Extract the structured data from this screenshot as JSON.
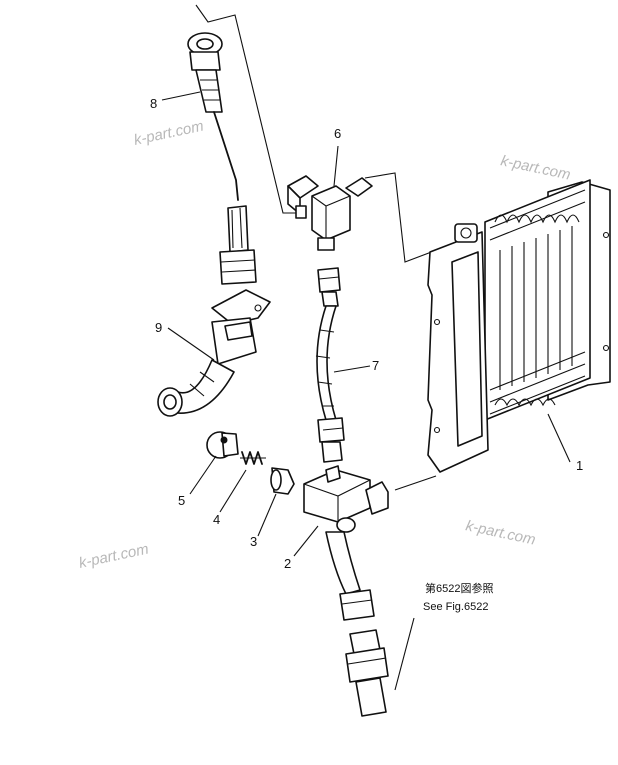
{
  "callouts": [
    "1",
    "2",
    "3",
    "4",
    "5",
    "6",
    "7",
    "8",
    "9"
  ],
  "reference": {
    "line1": "第6522図参照",
    "line2": "See Fig.6522"
  },
  "watermarks": [
    "k-part.com",
    "k-part.com",
    "k-part.com",
    "k-part.com"
  ]
}
